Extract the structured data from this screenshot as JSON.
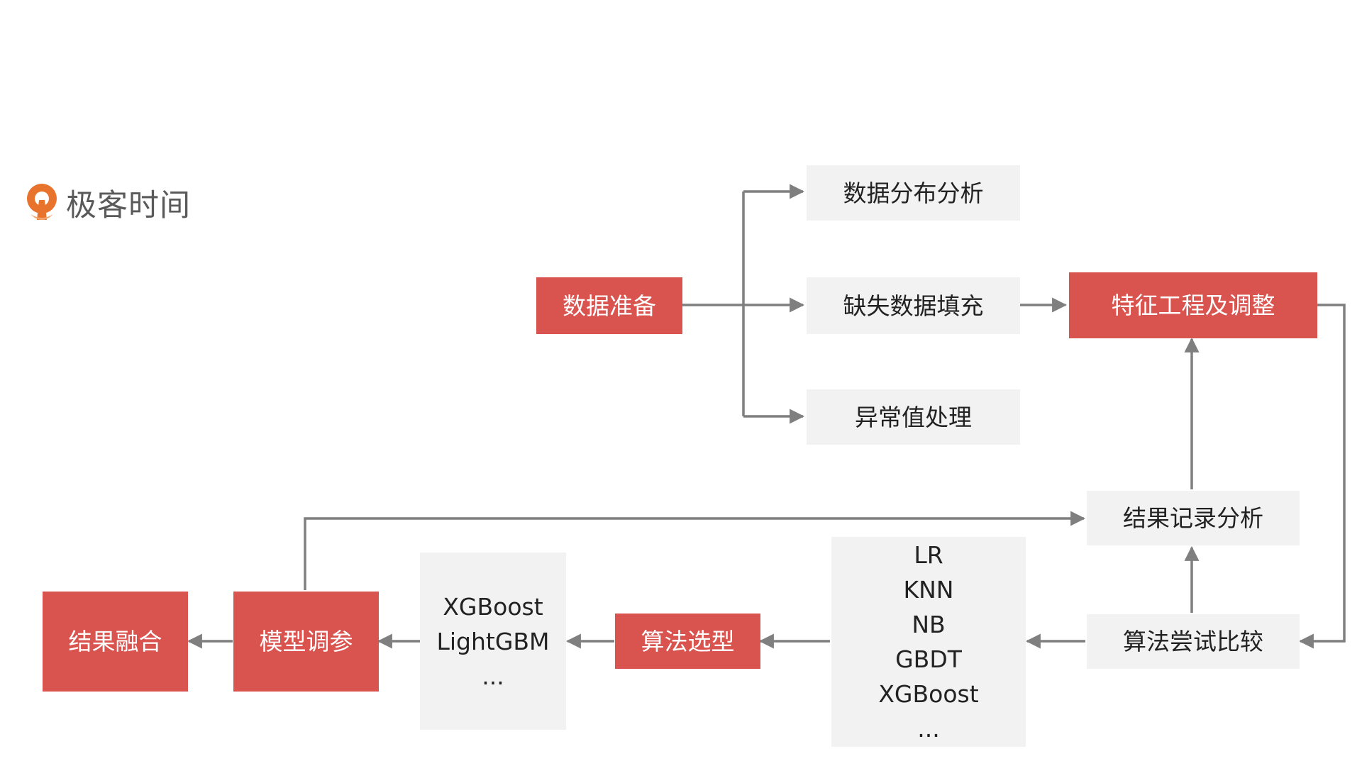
{
  "brand": {
    "name": "极客时间",
    "colors": {
      "logo_orange": "#e8732c",
      "logo_text": "#5a5a5a"
    }
  },
  "colors": {
    "red_node": "#d9534f",
    "gray_node": "#f2f2f2",
    "connector": "#7f7f7f"
  },
  "nodes": {
    "data_prep": "数据准备",
    "data_distribution": "数据分布分析",
    "missing_fill": "缺失数据填充",
    "outlier": "异常值处理",
    "feature_eng": "特征工程及调整",
    "result_record": "结果记录分析",
    "algo_compare": "算法尝试比较",
    "algo_select": "算法选型",
    "model_tuning": "模型调参",
    "result_fusion": "结果融合"
  },
  "algorithm_candidates": [
    "LR",
    "KNN",
    "NB",
    "GBDT",
    "XGBoost",
    "..."
  ],
  "selected_algorithms": [
    "XGBoost",
    "LightGBM",
    "..."
  ]
}
